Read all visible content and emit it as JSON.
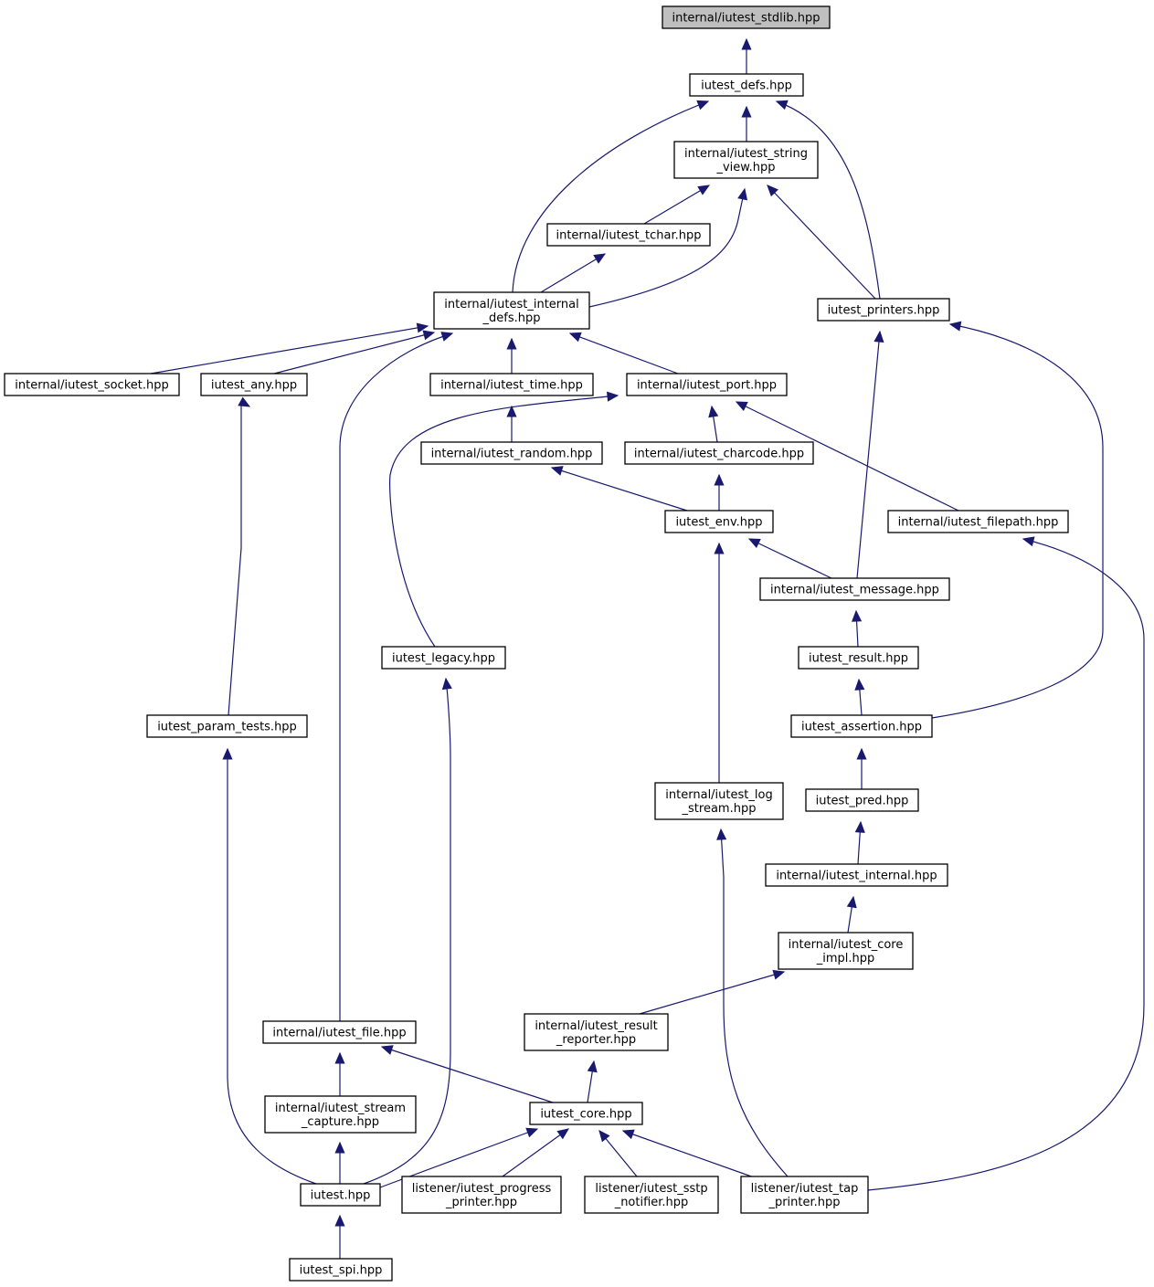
{
  "nodes": [
    {
      "id": "stdlib",
      "lines": [
        "internal/iutest_stdlib.hpp"
      ]
    },
    {
      "id": "defs",
      "lines": [
        "iutest_defs.hpp"
      ]
    },
    {
      "id": "string_view",
      "lines": [
        "internal/iutest_string",
        "_view.hpp"
      ]
    },
    {
      "id": "tchar",
      "lines": [
        "internal/iutest_tchar.hpp"
      ]
    },
    {
      "id": "internal_defs",
      "lines": [
        "internal/iutest_internal",
        "_defs.hpp"
      ]
    },
    {
      "id": "printers",
      "lines": [
        "iutest_printers.hpp"
      ]
    },
    {
      "id": "socket",
      "lines": [
        "internal/iutest_socket.hpp"
      ]
    },
    {
      "id": "any",
      "lines": [
        "iutest_any.hpp"
      ]
    },
    {
      "id": "time",
      "lines": [
        "internal/iutest_time.hpp"
      ]
    },
    {
      "id": "port",
      "lines": [
        "internal/iutest_port.hpp"
      ]
    },
    {
      "id": "random",
      "lines": [
        "internal/iutest_random.hpp"
      ]
    },
    {
      "id": "charcode",
      "lines": [
        "internal/iutest_charcode.hpp"
      ]
    },
    {
      "id": "env",
      "lines": [
        "iutest_env.hpp"
      ]
    },
    {
      "id": "filepath",
      "lines": [
        "internal/iutest_filepath.hpp"
      ]
    },
    {
      "id": "message",
      "lines": [
        "internal/iutest_message.hpp"
      ]
    },
    {
      "id": "legacy",
      "lines": [
        "iutest_legacy.hpp"
      ]
    },
    {
      "id": "result",
      "lines": [
        "iutest_result.hpp"
      ]
    },
    {
      "id": "param_tests",
      "lines": [
        "iutest_param_tests.hpp"
      ]
    },
    {
      "id": "assertion",
      "lines": [
        "iutest_assertion.hpp"
      ]
    },
    {
      "id": "log_stream",
      "lines": [
        "internal/iutest_log",
        "_stream.hpp"
      ]
    },
    {
      "id": "pred",
      "lines": [
        "iutest_pred.hpp"
      ]
    },
    {
      "id": "internal",
      "lines": [
        "internal/iutest_internal.hpp"
      ]
    },
    {
      "id": "core_impl",
      "lines": [
        "internal/iutest_core",
        "_impl.hpp"
      ]
    },
    {
      "id": "file",
      "lines": [
        "internal/iutest_file.hpp"
      ]
    },
    {
      "id": "result_reporter",
      "lines": [
        "internal/iutest_result",
        "_reporter.hpp"
      ]
    },
    {
      "id": "stream_capture",
      "lines": [
        "internal/iutest_stream",
        "_capture.hpp"
      ]
    },
    {
      "id": "core",
      "lines": [
        "iutest_core.hpp"
      ]
    },
    {
      "id": "iutest",
      "lines": [
        "iutest.hpp"
      ]
    },
    {
      "id": "progress_printer",
      "lines": [
        "listener/iutest_progress",
        "_printer.hpp"
      ]
    },
    {
      "id": "sstp_notifier",
      "lines": [
        "listener/iutest_sstp",
        "_notifier.hpp"
      ]
    },
    {
      "id": "tap_printer",
      "lines": [
        "listener/iutest_tap",
        "_printer.hpp"
      ]
    },
    {
      "id": "spi",
      "lines": [
        "iutest_spi.hpp"
      ]
    }
  ],
  "edges": [
    [
      "defs",
      "stdlib"
    ],
    [
      "string_view",
      "defs"
    ],
    [
      "internal_defs",
      "defs"
    ],
    [
      "printers",
      "defs"
    ],
    [
      "tchar",
      "string_view"
    ],
    [
      "internal_defs",
      "string_view"
    ],
    [
      "printers",
      "string_view"
    ],
    [
      "internal_defs",
      "tchar"
    ],
    [
      "socket",
      "internal_defs"
    ],
    [
      "any",
      "internal_defs"
    ],
    [
      "file",
      "internal_defs"
    ],
    [
      "time",
      "internal_defs"
    ],
    [
      "port",
      "internal_defs"
    ],
    [
      "message",
      "printers"
    ],
    [
      "assertion",
      "printers"
    ],
    [
      "param_tests",
      "any"
    ],
    [
      "random",
      "time"
    ],
    [
      "legacy",
      "port"
    ],
    [
      "charcode",
      "port"
    ],
    [
      "filepath",
      "port"
    ],
    [
      "env",
      "random"
    ],
    [
      "env",
      "charcode"
    ],
    [
      "message",
      "env"
    ],
    [
      "log_stream",
      "env"
    ],
    [
      "tap_printer",
      "filepath"
    ],
    [
      "result",
      "message"
    ],
    [
      "iutest",
      "legacy"
    ],
    [
      "assertion",
      "result"
    ],
    [
      "iutest",
      "param_tests"
    ],
    [
      "pred",
      "assertion"
    ],
    [
      "tap_printer",
      "log_stream"
    ],
    [
      "internal",
      "pred"
    ],
    [
      "core_impl",
      "internal"
    ],
    [
      "result_reporter",
      "core_impl"
    ],
    [
      "stream_capture",
      "file"
    ],
    [
      "core",
      "file"
    ],
    [
      "core",
      "result_reporter"
    ],
    [
      "iutest",
      "stream_capture"
    ],
    [
      "iutest",
      "core"
    ],
    [
      "progress_printer",
      "core"
    ],
    [
      "sstp_notifier",
      "core"
    ],
    [
      "tap_printer",
      "core"
    ],
    [
      "spi",
      "iutest"
    ]
  ]
}
